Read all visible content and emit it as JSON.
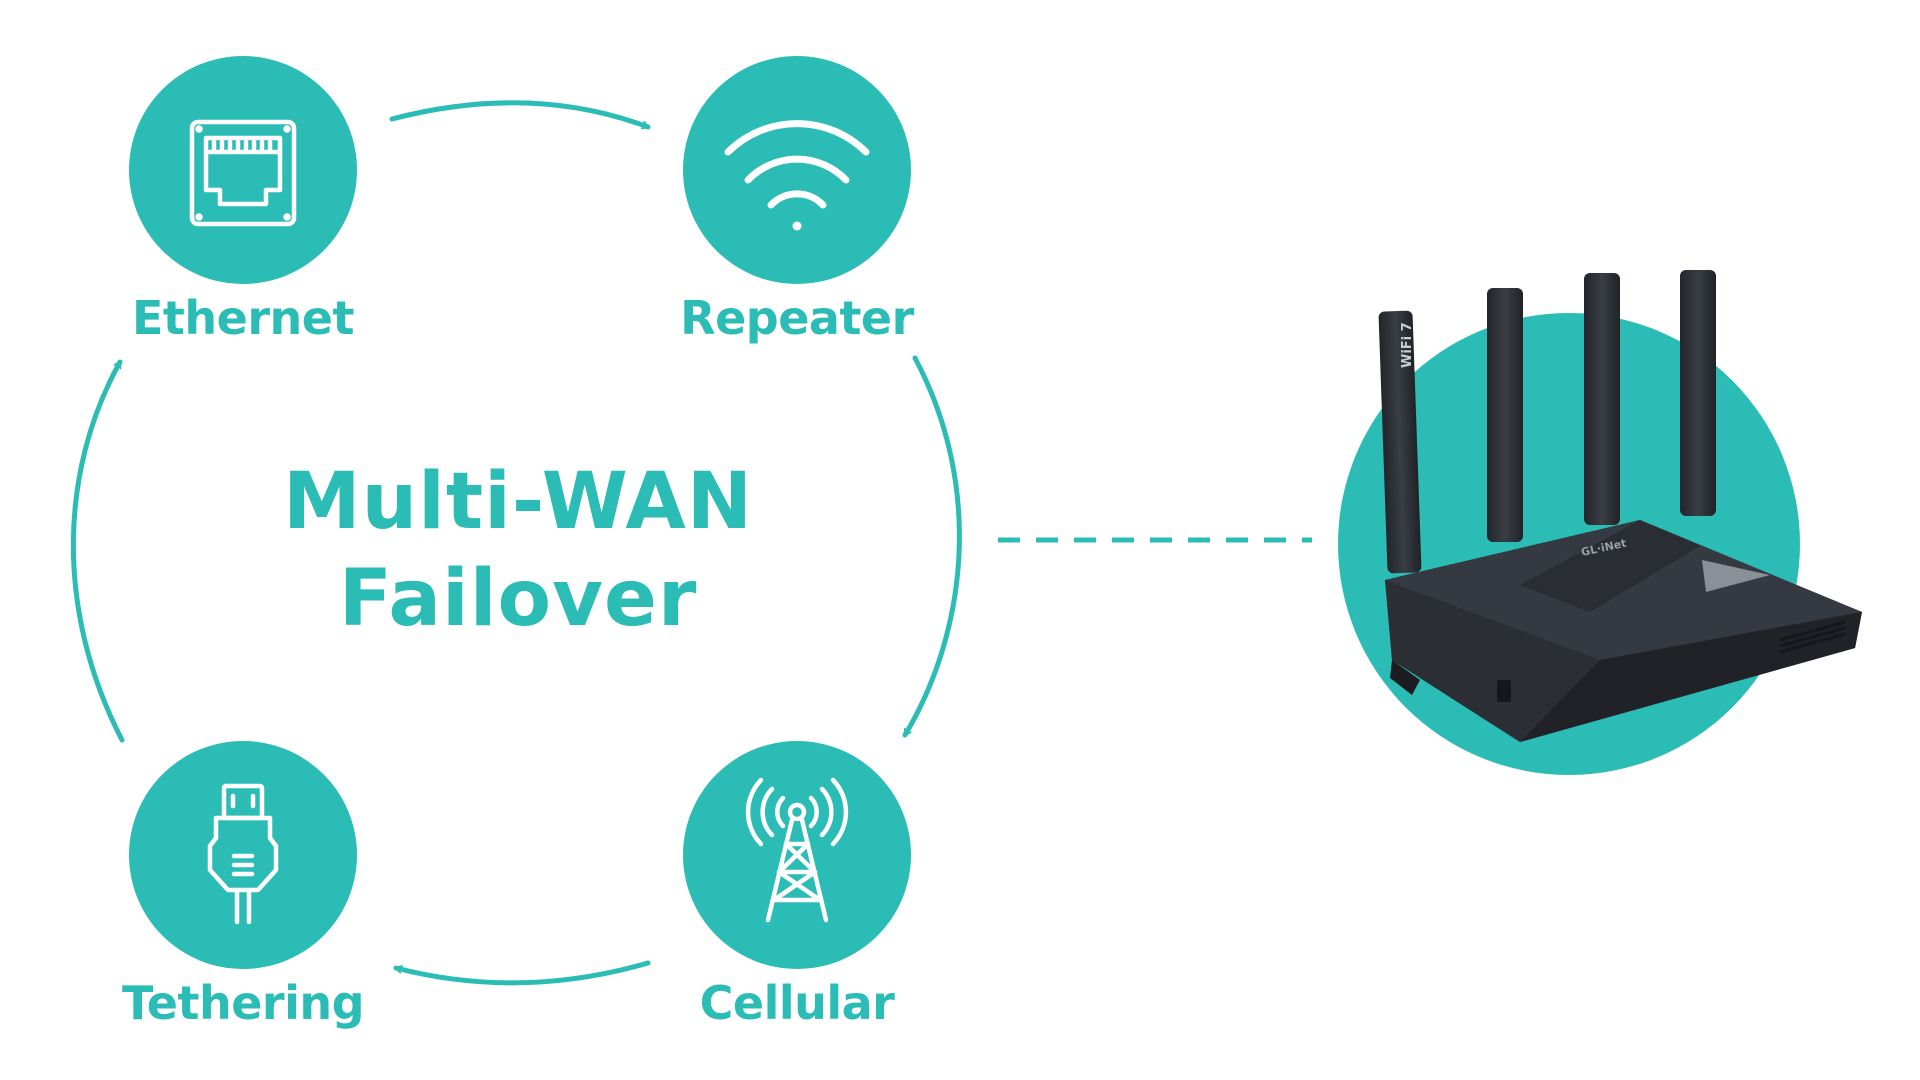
{
  "colors": {
    "accent": "#2bbcb5",
    "icon_line": "#ffffff",
    "router_body": "#2a2d33",
    "router_body_light": "#3a3e46",
    "router_shadow": "#1c1e22"
  },
  "diagram": {
    "title_line1": "Multi-WAN",
    "title_line2": "Failover",
    "nodes": [
      {
        "id": "ethernet",
        "label": "Ethernet",
        "icon": "ethernet-port-icon"
      },
      {
        "id": "repeater",
        "label": "Repeater",
        "icon": "wifi-icon"
      },
      {
        "id": "cellular",
        "label": "Cellular",
        "icon": "cell-tower-icon"
      },
      {
        "id": "tethering",
        "label": "Tethering",
        "icon": "usb-cable-icon"
      }
    ],
    "flow": [
      "ethernet",
      "repeater",
      "cellular",
      "tethering",
      "ethernet"
    ],
    "connector": "dashed-line",
    "device": {
      "name": "router",
      "antenna_label": "WiFi 7",
      "brand": "GL·iNet"
    }
  }
}
